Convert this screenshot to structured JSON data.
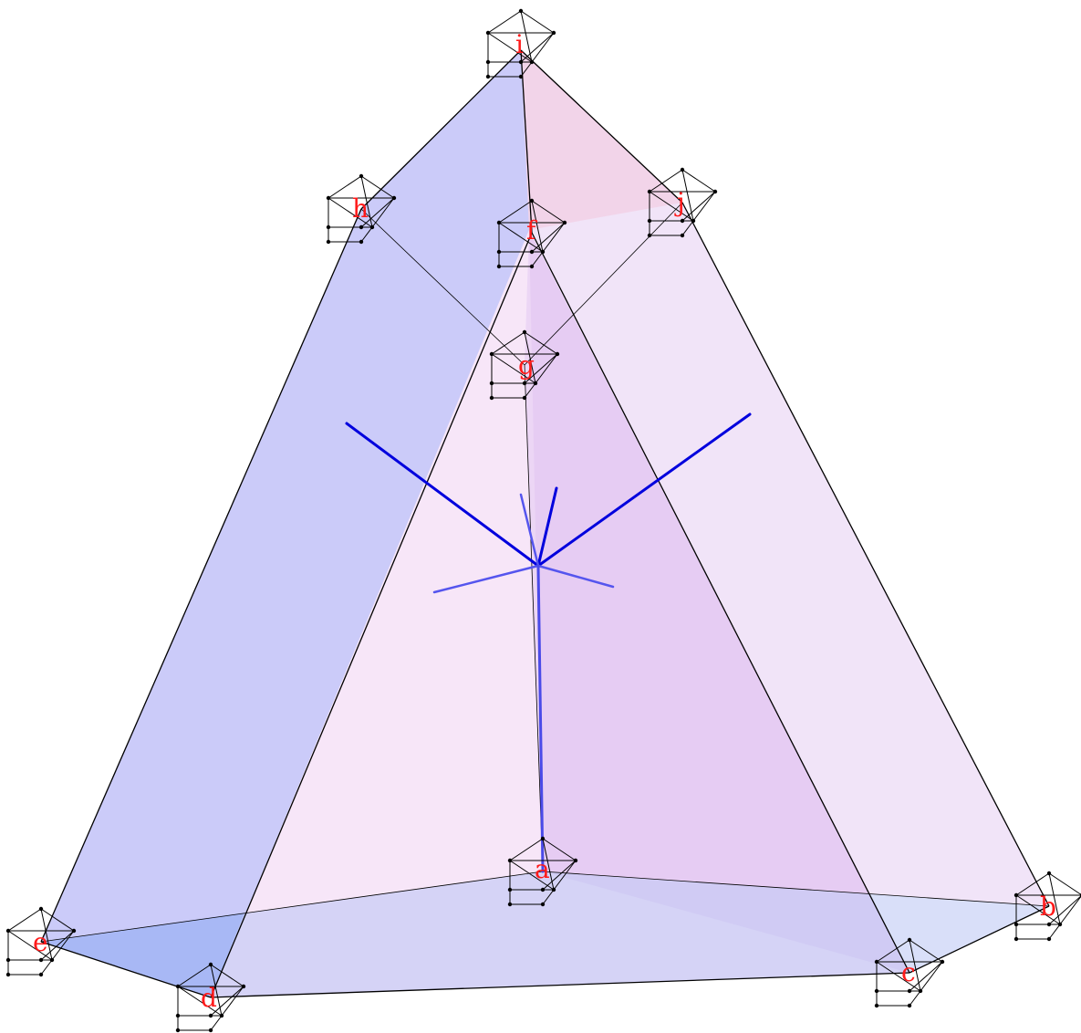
{
  "diagram": {
    "vertex_labels": {
      "a": "a",
      "b": "b",
      "c": "c",
      "d": "d",
      "e": "e",
      "f": "f",
      "g": "g",
      "h": "h",
      "i": "i",
      "j": "j"
    },
    "colors": {
      "label": "#ff1a1a",
      "edge": "#000000",
      "axis_dark": "#0000dd",
      "axis_light": "#5555ee",
      "face_blue": "#8a8af0",
      "face_pink": "#f0b0e0",
      "face_lavender": "#dcc0f0",
      "base": "#b4c0f4"
    }
  }
}
